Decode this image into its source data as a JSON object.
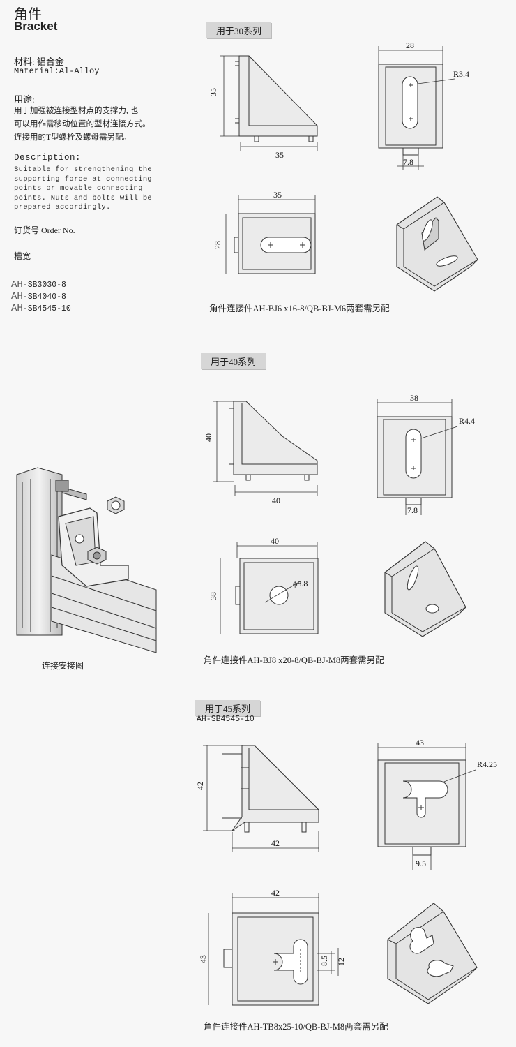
{
  "header": {
    "title_cn": "角件",
    "title_en": "Bracket"
  },
  "left": {
    "material_cn": "材料: 铝合金",
    "material_en": "Material:Al-Alloy",
    "usage_label": "用途:",
    "usage_lines": [
      "用于加强被连接型材点的支撑力, 也",
      "可以用作需移动位置的型材连接方式。",
      "连接用的T型螺栓及螺母需另配。"
    ],
    "desc_label": "Description:",
    "desc_lines": [
      "Suitable for strengthening the",
      "supporting force at connecting",
      "points or movable connecting",
      "points. Nuts and bolts will be",
      "prepared accordingly."
    ],
    "order_label": "订货号   Order No.",
    "slot_label": "槽宽",
    "codes": [
      {
        "prefix": "AH",
        "rest": "-SB3030-8"
      },
      {
        "prefix": "AH",
        "rest": "-SB4040-8"
      },
      {
        "prefix": "AH",
        "rest": "-SB4545-10"
      }
    ],
    "install_caption": "连接安接图"
  },
  "sections": [
    {
      "tag": "用于30系列",
      "dims": {
        "h": "35",
        "w": "35",
        "top_w": "28",
        "radius": "R3.4",
        "key": "7.8",
        "bottom_w": "35",
        "bottom_h": "28"
      },
      "caption": "角件连接件AH-BJ6 x16-8/QB-BJ-M6两套需另配"
    },
    {
      "tag": "用于40系列",
      "dims": {
        "h": "40",
        "w": "40",
        "top_w": "38",
        "radius": "R4.4",
        "key": "7.8",
        "bottom_w": "40",
        "bottom_h": "38",
        "hole": "ϕ8.8"
      },
      "caption": "角件连接件AH-BJ8 x20-8/QB-BJ-M8两套需另配"
    },
    {
      "tag": "用于45系列",
      "code": "AH-SB4545-10",
      "dims": {
        "h": "42",
        "w": "42",
        "top_w": "43",
        "radius": "R4.25",
        "key": "9.5",
        "bottom_w": "42",
        "bottom_h": "43",
        "slot_a": "8.5",
        "slot_b": "12"
      },
      "caption": "角件连接件AH-TB8x25-10/QB-BJ-M8两套需另配"
    }
  ]
}
